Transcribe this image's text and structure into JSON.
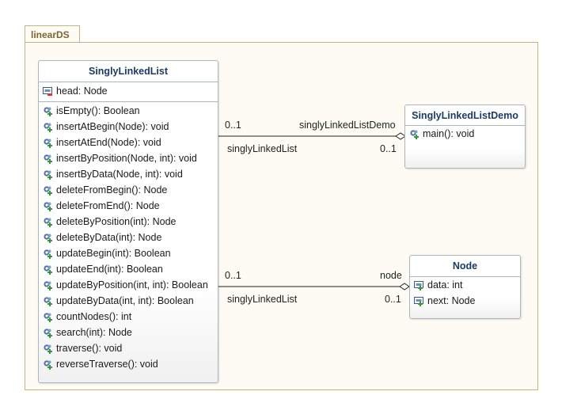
{
  "package": {
    "name": "linearDS"
  },
  "classes": {
    "singly_linked_list": {
      "name": "SinglyLinkedList",
      "attributes": [
        "head: Node"
      ],
      "operations": [
        "isEmpty(): Boolean",
        "insertAtBegin(Node): void",
        "insertAtEnd(Node): void",
        "insertByPosition(Node, int): void",
        "insertByData(Node, int): void",
        "deleteFromBegin(): Node",
        "deleteFromEnd(): Node",
        "deleteByPosition(int): Node",
        "deleteByData(int): Node",
        "updateBegin(int): Boolean",
        "updateEnd(int): Boolean",
        "updateByPosition(int, int): Boolean",
        "updateByData(int, int): Boolean",
        "countNodes(): int",
        "search(int): Node",
        "traverse(): void",
        "reverseTraverse(): void"
      ]
    },
    "demo": {
      "name": "SinglyLinkedListDemo",
      "operations": [
        "main(): void"
      ]
    },
    "node": {
      "name": "Node",
      "attributes": [
        "data: int",
        "next: Node"
      ]
    }
  },
  "associations": [
    {
      "source_multiplicity": "0..1",
      "source_role": "singlyLinkedList",
      "target_role": "singlyLinkedListDemo",
      "target_multiplicity": "0..1"
    },
    {
      "source_multiplicity": "0..1",
      "source_role": "singlyLinkedList",
      "target_role": "node",
      "target_multiplicity": "0..1"
    }
  ],
  "colors": {
    "package_border": "#c7b47f",
    "package_fill": "#fdfbf3",
    "class_title": "#1a3b66",
    "class_border": "#aeb6bd"
  },
  "icons": {
    "attribute_private": "private-field-icon",
    "attribute_public": "public-field-icon",
    "operation_public": "public-operation-icon"
  }
}
